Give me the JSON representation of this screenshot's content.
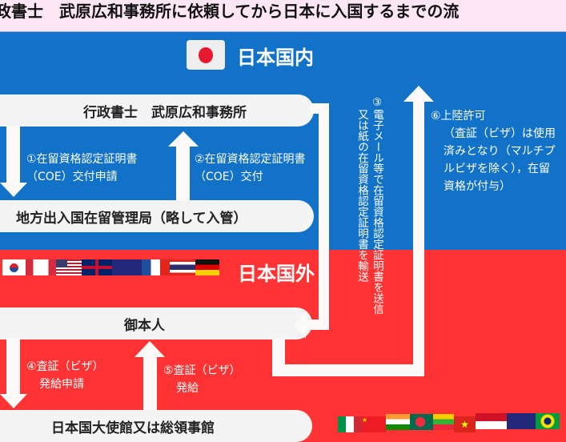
{
  "title": "政書士　武原広和事務所に依頼してから日本に入国するまでの流",
  "regions": {
    "inside": "日本国内",
    "outside": "日本国外"
  },
  "boxes": {
    "office": "行政書士　武原広和事務所",
    "immigration": "地方出入国在留管理局（略して入管）",
    "applicant": "御本人",
    "embassy": "日本国大使館又は総領事館"
  },
  "steps": {
    "s1": [
      "①在留資格認定証明書",
      "（COE）交付申請"
    ],
    "s2": [
      "②在留資格認定証明書",
      "（COE）交付"
    ],
    "s3": [
      "③電子メール等で在留資格認定証明書を送信",
      "又は紙の在留資格認定証明書を輸送"
    ],
    "s4": [
      "④査証（ビザ）",
      "発給申請"
    ],
    "s5": [
      "⑤査証（ビザ）",
      "発給"
    ],
    "s6": [
      "⑥上陸許可",
      "（査証（ビザ）は使用",
      "済みとなり（マルチプ",
      "ルビザを除く），在留",
      "資格が付与）"
    ]
  },
  "flags_top": [
    "south-korea",
    "canada",
    "usa",
    "uk",
    "australia",
    "france",
    "thailand",
    "germany"
  ],
  "flags_bottom": [
    "italy",
    "china",
    "india",
    "bangladesh",
    "myanmar",
    "vietnam",
    "indonesia",
    "australia",
    "brazil"
  ],
  "colors": {
    "blue": "#1272c8",
    "red": "#ff3333",
    "title_bg": "#fde6f4",
    "box": "#f4f4f4"
  }
}
